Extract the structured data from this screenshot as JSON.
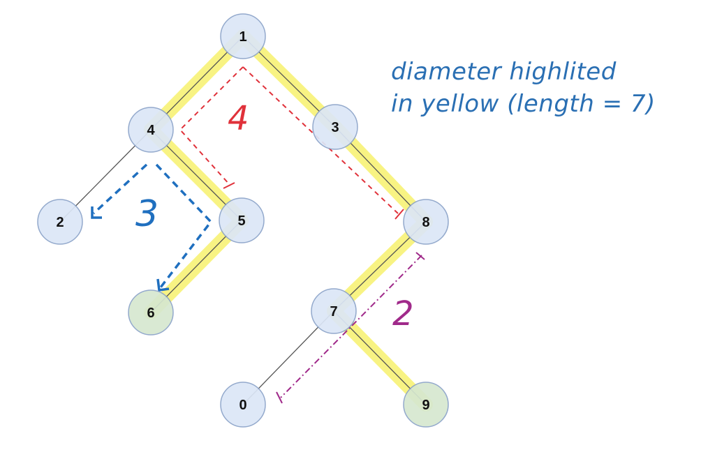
{
  "caption": {
    "line1": "diameter highlited",
    "line2": "in yellow (length = 7)"
  },
  "colors": {
    "node_fill": "#dce7f7",
    "leaf_fill": "#d6e8d0",
    "edge": "#555555",
    "highlight": "#f7f26e",
    "red": "#e0313a",
    "blue": "#1f6fbf",
    "purple": "#a02a8a",
    "caption": "#2a6fb3"
  },
  "tree": {
    "nodes": [
      {
        "id": "n1",
        "label": "1",
        "leaf": false
      },
      {
        "id": "n4",
        "label": "4",
        "leaf": false
      },
      {
        "id": "n3",
        "label": "3",
        "leaf": false
      },
      {
        "id": "n2",
        "label": "2",
        "leaf": false
      },
      {
        "id": "n5",
        "label": "5",
        "leaf": false
      },
      {
        "id": "n8",
        "label": "8",
        "leaf": false
      },
      {
        "id": "n6",
        "label": "6",
        "leaf": true
      },
      {
        "id": "n7",
        "label": "7",
        "leaf": false
      },
      {
        "id": "n0",
        "label": "0",
        "leaf": false
      },
      {
        "id": "n9",
        "label": "9",
        "leaf": true
      }
    ],
    "edges": [
      {
        "from": "n1",
        "to": "n4"
      },
      {
        "from": "n1",
        "to": "n3"
      },
      {
        "from": "n4",
        "to": "n2"
      },
      {
        "from": "n4",
        "to": "n5"
      },
      {
        "from": "n3",
        "to": "n8"
      },
      {
        "from": "n5",
        "to": "n6"
      },
      {
        "from": "n8",
        "to": "n7"
      },
      {
        "from": "n7",
        "to": "n0"
      },
      {
        "from": "n7",
        "to": "n9"
      }
    ],
    "diameter_path": [
      "n6",
      "n5",
      "n4",
      "n1",
      "n3",
      "n8",
      "n7",
      "n9"
    ]
  },
  "annotations": {
    "red_label": "4",
    "blue_label": "3",
    "purple_label": "2"
  }
}
